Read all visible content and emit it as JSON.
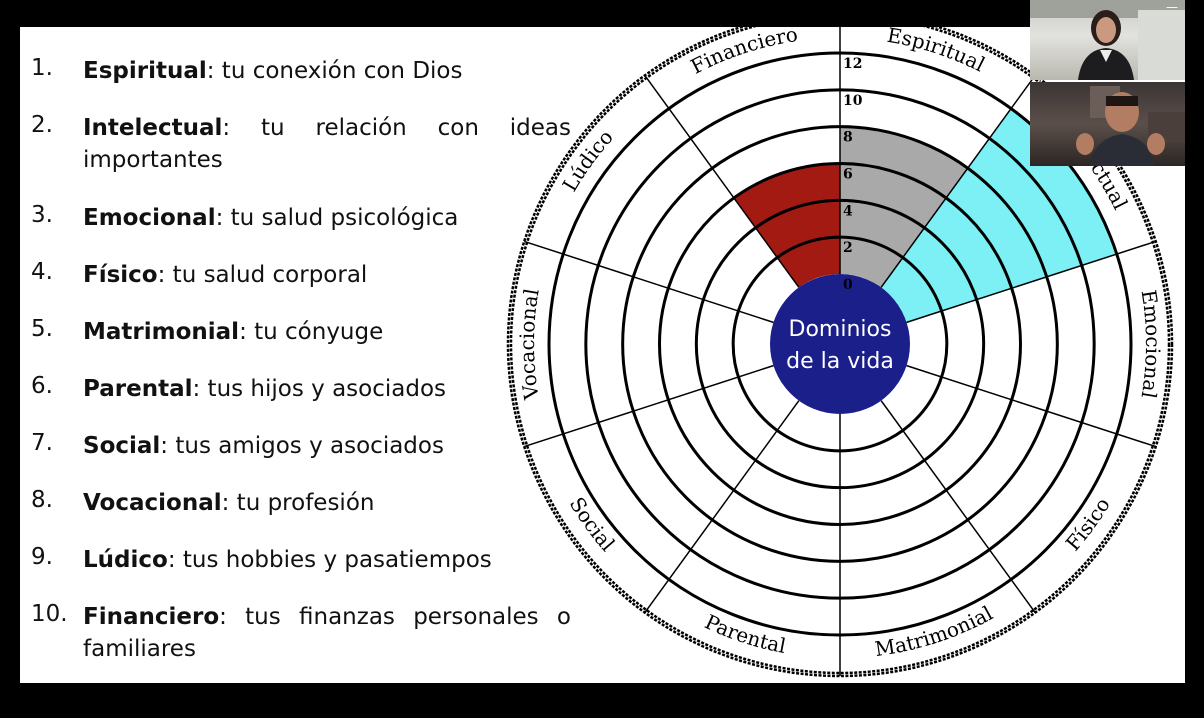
{
  "slide": {
    "list": [
      {
        "num": "1.",
        "term": "Espiritual",
        "desc": ": tu conexión con Dios"
      },
      {
        "num": "2.",
        "term": "Intelectual",
        "desc": ": tu relación con ideas importantes"
      },
      {
        "num": "3.",
        "term": "Emocional",
        "desc": ": tu salud psicológica"
      },
      {
        "num": "4.",
        "term": "Físico",
        "desc": ": tu salud corporal"
      },
      {
        "num": "5.",
        "term": "Matrimonial",
        "desc": ": tu cónyuge"
      },
      {
        "num": "6.",
        "term": "Parental",
        "desc": ": tus hijos y asociados"
      },
      {
        "num": "7.",
        "term": "Social",
        "desc": ": tus amigos y asociados"
      },
      {
        "num": "8.",
        "term": "Vocacional",
        "desc": ": tu profesión"
      },
      {
        "num": "9.",
        "term": "Lúdico",
        "desc": ": tus hobbies y pasatiempos"
      },
      {
        "num": "10.",
        "term": "Financiero",
        "desc": ": tus finanzas personales o familiares"
      }
    ],
    "wheel": {
      "center_line1": "Dominios",
      "center_line2": "de la vida",
      "center_color": "#1b1f8a",
      "scale_labels": [
        "0",
        "2",
        "4",
        "6",
        "8",
        "10",
        "12"
      ],
      "sectors": [
        "Espiritual",
        "Intelectual",
        "Emocional",
        "Físico",
        "Matrimonial",
        "Parental",
        "Social",
        "Vocacional",
        "Lúdico",
        "Financiero"
      ],
      "filled": [
        {
          "sector": "Espiritual",
          "level": 8,
          "color": "#a9a9a9"
        },
        {
          "sector": "Intelectual",
          "level": 12,
          "color": "#7df0f6"
        },
        {
          "sector": "Financiero",
          "level": 6,
          "color": "#a31a12"
        }
      ]
    }
  },
  "icons": {
    "minimize": "minimize-icon"
  },
  "participants": [
    "participant-video-1",
    "participant-video-2"
  ]
}
